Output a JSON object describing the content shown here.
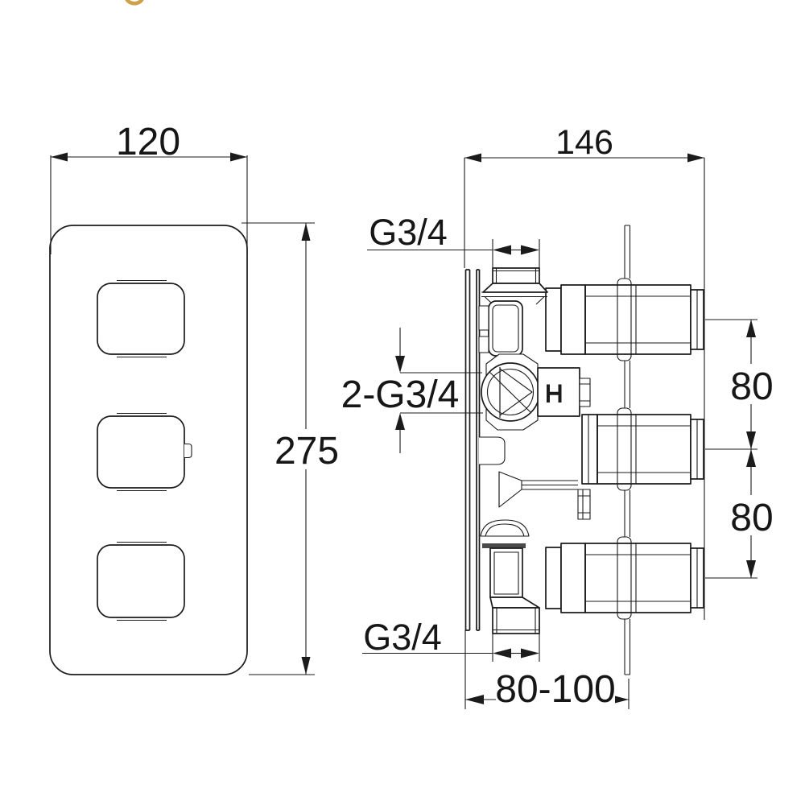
{
  "brand_mark": {
    "shape": "partial-gold-ring",
    "color": "#CDA04A"
  },
  "views": {
    "front": {
      "title": "front-elevation-of-plate-with-three-square-handles",
      "width_label": "120",
      "height_label": "275"
    },
    "side": {
      "title": "side-elevation-of-concealed-valve-body",
      "depth_label": "146",
      "top_inlet_label": "G3/4",
      "side_ports_label": "2-G3/4",
      "bottom_inlet_label": "G3/4",
      "port_spacing_upper_label": "80",
      "port_spacing_lower_label": "80",
      "recess_depth_label": "80-100"
    }
  },
  "colors": {
    "line": "#1b1b1b",
    "background": "#ffffff",
    "seal_band": "#4a4a4a",
    "accent_gold": "#CDA04A"
  }
}
